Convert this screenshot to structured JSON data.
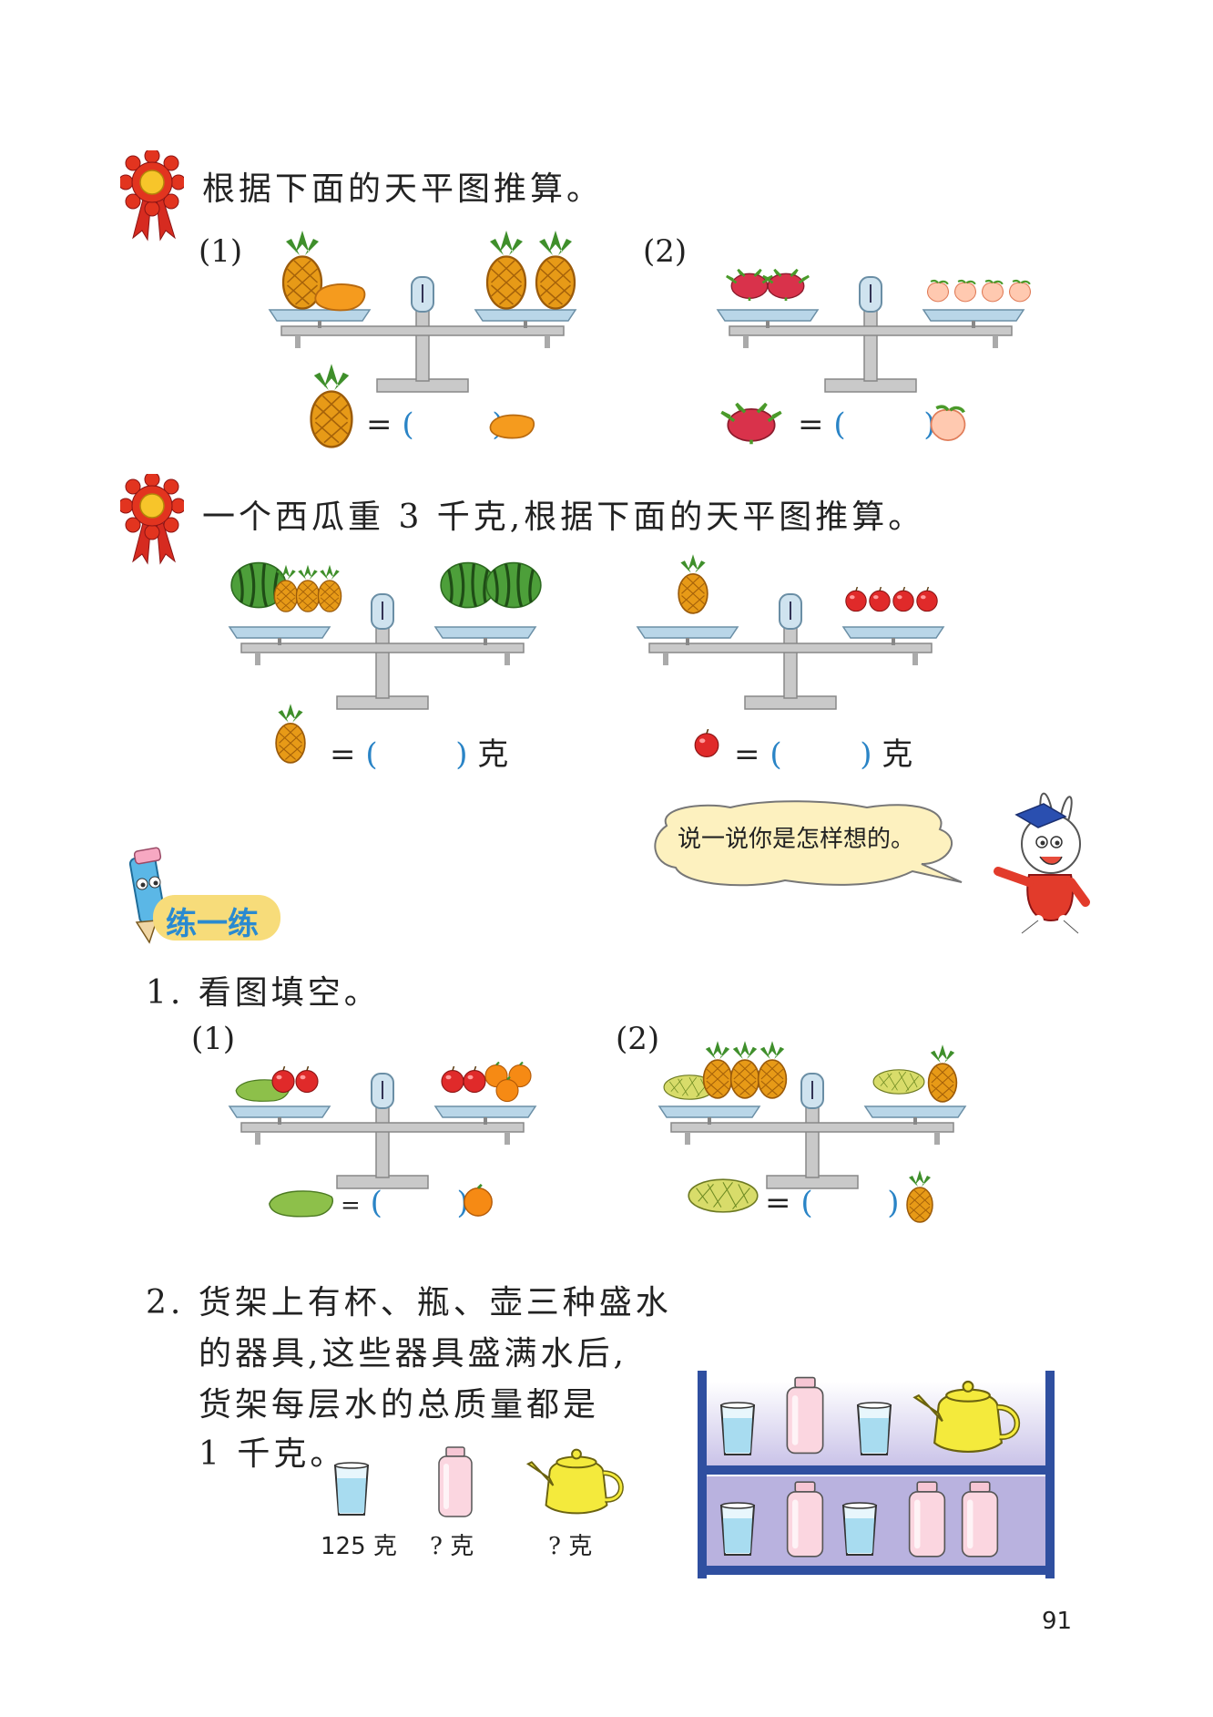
{
  "problem1": {
    "instruction": "根据下面的天平图推算。",
    "label1": "(1)",
    "label2": "(2)",
    "eq_sign": "=",
    "open_paren": "(",
    "close_paren": ")"
  },
  "problem2": {
    "instruction": "一个西瓜重 3 千克,根据下面的天平图推算。",
    "eq_sign": "=",
    "open_paren": "(",
    "close_paren": ")",
    "unit": "克"
  },
  "speech_bubble": "说一说你是怎样想的。",
  "practice": {
    "badge": "练一练",
    "q1_title": "1. 看图填空。",
    "q1_label1": "(1)",
    "q1_label2": "(2)",
    "q2_line1": "2. 货架上有杯、瓶、壶三种盛水",
    "q2_line2": "的器具,这些器具盛满水后,",
    "q2_line3": "货架每层水的总质量都是",
    "q2_line4": "1 千克。",
    "cup_label": "125 克",
    "bottle_label": "? 克",
    "pot_label": "? 克"
  },
  "page_number": "91",
  "colors": {
    "accent_blue": "#2a84c6",
    "rosette_red": "#d62b20",
    "shelf_blue": "#2f4fa0"
  }
}
